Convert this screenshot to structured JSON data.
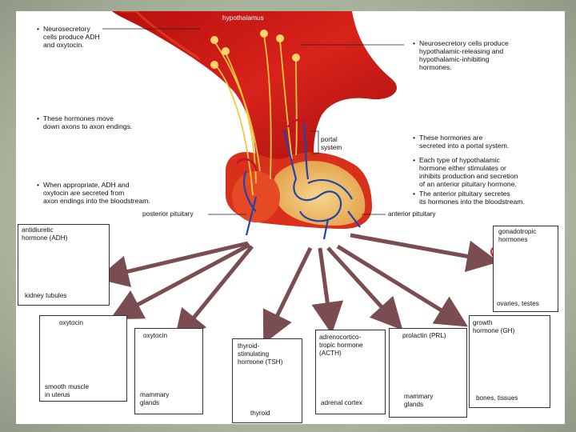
{
  "diagram": {
    "hypothalamus_label": "hypothalamus",
    "portal_label": "portal\nsystem",
    "posterior_label": "posterior pituitary",
    "anterior_label": "anterior pituitary"
  },
  "notes_left": [
    "Neurosecretory\ncells produce ADH\nand oxytocin.",
    "These hormones move\ndown axons to axon endings.",
    "When appropriate, ADH and\noxytocin are secreted from\naxon endings into the bloodstream."
  ],
  "notes_right": [
    "Neurosecretory cells produce\nhypothalamic-releasing and\nhypothalamic-inhibiting\nhormones.",
    "These hormones are\nsecreted into a portal system.",
    "Each type of hypothalamic\nhormone either stimulates or\ninhibits production and secretion\nof an anterior pituitary hormone.",
    "The anterior pituitary secretes\nits hormones into the bloodstream."
  ],
  "targets": {
    "adh": {
      "hormone": "antidiuretic\nhormone (ADH)",
      "target": "kidney tubules"
    },
    "oxytocin_uterus": {
      "hormone": "oxytocin",
      "target": "smooth muscle\nin uterus"
    },
    "oxytocin_mammary": {
      "hormone": "oxytocin",
      "target": "mammary\nglands"
    },
    "tsh": {
      "hormone": "thyroid-\nstimulating\nhormone (TSH)",
      "target": "thyroid"
    },
    "acth": {
      "hormone": "adrenocortico-\ntropic hormone\n(ACTH)",
      "target": "adrenal cortex"
    },
    "prl": {
      "hormone": "prolactin (PRL)",
      "target": "mammary\nglands"
    },
    "gh": {
      "hormone": "growth\nhormone (GH)",
      "target": "bones, tissues"
    },
    "gonadotropic": {
      "hormone": "gonadotropic\nhormones",
      "target": "ovaries, testes"
    }
  }
}
